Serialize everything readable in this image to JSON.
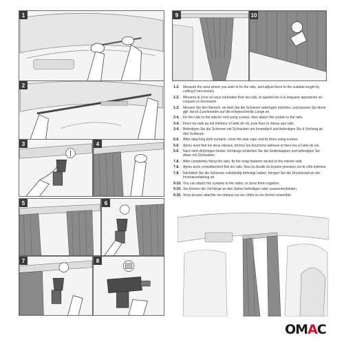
{
  "panels": {
    "p1": "1",
    "p2": "2",
    "p3": "3",
    "p4": "4",
    "p5": "5",
    "p6": "6",
    "p7": "7",
    "p8": "8",
    "p9": "9",
    "p10": "10"
  },
  "steps": [
    {
      "code": "1-2.",
      "text": "Measure the area where you wish to fix the rails, and adjust them to the suitable lenght by cutting if neccessary."
    },
    {
      "code": "1-2.",
      "text": "Mesurez la zone où vous souhaitez fixer les rails, et ajustez-les à la longueur appropriée en coupant si nécessaire."
    },
    {
      "code": "1-2.",
      "text": "Messen Sie den Bereich, an dem Sie die Schienen anbringen möchten, und passen Sie diese ggf. durch Zuschneiden auf die entsprechende Länge an."
    },
    {
      "code": "3-4.",
      "text": "Fix the rails to the interior roof using screws, then attach the curtain to the rails."
    },
    {
      "code": "3-4.",
      "text": "Fixez les rails au toit intérieur à l'aide de vis, puis fixez le rideau aux rails."
    },
    {
      "code": "3-4.",
      "text": "Befestigen Sie die Schienen mit Schrauben am Innendach und befestigen Sie d Vorhang an den Schienen."
    },
    {
      "code": "5-6.",
      "text": "After attaching both curtains, close the side caps and fix them using screws."
    },
    {
      "code": "5-6.",
      "text": "Après avoir fixé les deux rideaux, fermez les bouchons latéraux et fixez-les à l'aide de vis."
    },
    {
      "code": "5-6.",
      "text": "Nach dem Anbringen beider Vorhänge schließen Sie die Seitenkappen und befestigen Sie diese mit Schrauben."
    },
    {
      "code": "7-8.",
      "text": "After completely fixing the rails, fix the snap fastener socket to the interior side."
    },
    {
      "code": "7-8.",
      "text": "Après avoir complètement fixé les rails, fixez la douille du bouton-pression sur le côté intérieur."
    },
    {
      "code": "7-8.",
      "text": "Nachdem Sie die Schienen vollständig befestigt haben, bringen Sie die Druckknopf an der Innenausstattung an."
    },
    {
      "code": "9-10.",
      "text": "You can attach the curtains to the sides, or close them together."
    },
    {
      "code": "9-10.",
      "text": "Sie können die Vorhänge an den Seiten befestigen oder zusammenbinden."
    },
    {
      "code": "9-10.",
      "text": "Vous pouvez attacher les rideaux sur les côtés ou les fermer ensemble."
    }
  ],
  "logo": {
    "om": "OM",
    "a": "A",
    "c": "C",
    "accent": "#c8102e"
  }
}
